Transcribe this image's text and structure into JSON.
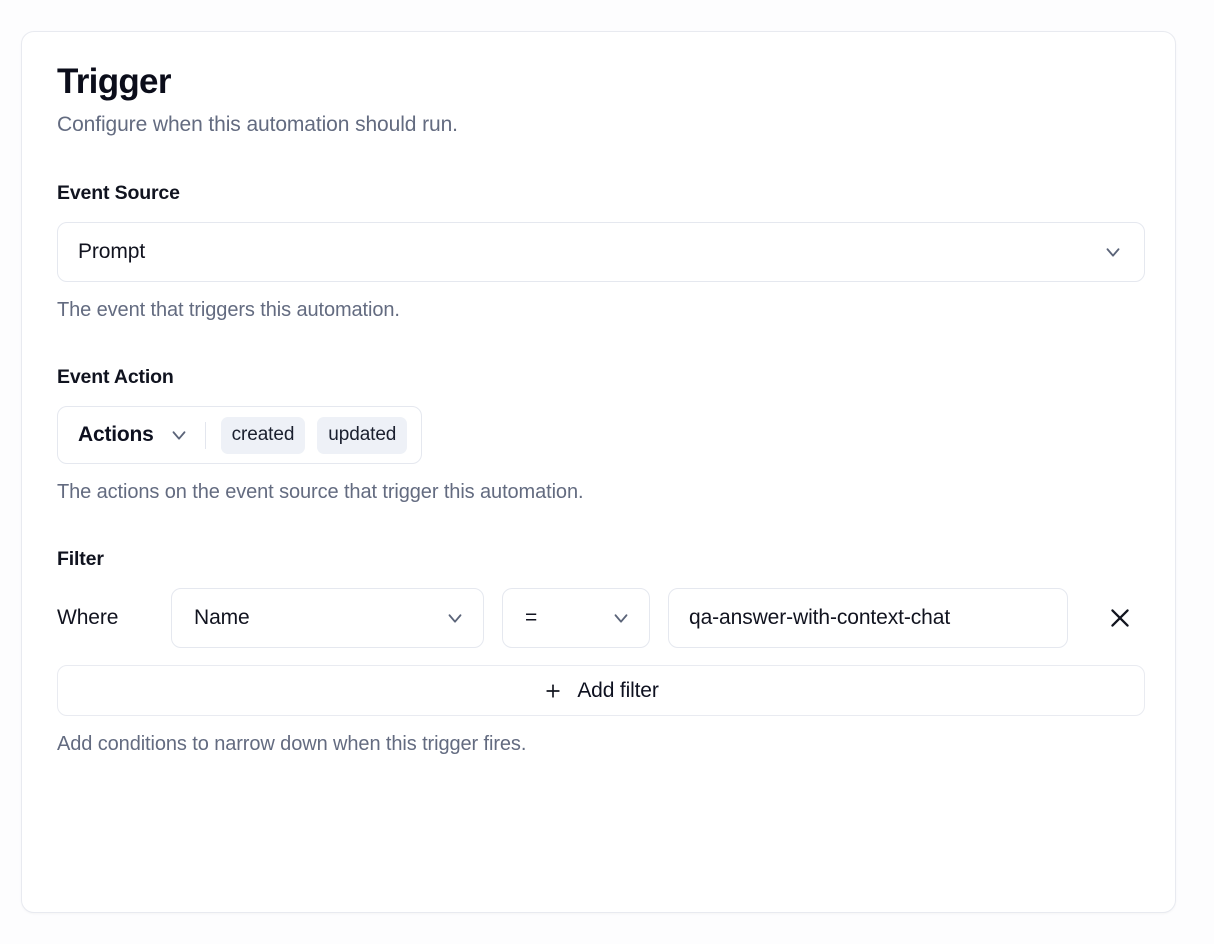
{
  "card": {
    "title": "Trigger",
    "subtitle": "Configure when this automation should run."
  },
  "event_source": {
    "label": "Event Source",
    "value": "Prompt",
    "help": "The event that triggers this automation.",
    "chevron_icon": "chevron-down-icon"
  },
  "event_action": {
    "label": "Event Action",
    "trigger_label": "Actions",
    "chevron_icon": "chevron-down-icon",
    "selected": [
      "created",
      "updated"
    ],
    "help": "The actions on the event source that trigger this automation."
  },
  "filter": {
    "label": "Filter",
    "where_label": "Where",
    "field": "Name",
    "operator": "=",
    "value": "qa-answer-with-context-chat",
    "remove_icon": "close-icon",
    "add_label": "Add filter",
    "add_icon": "plus-icon",
    "help": "Add conditions to narrow down when this trigger fires."
  },
  "colors": {
    "card_border": "#e8eaf0",
    "input_border": "#e5e8ef",
    "pill_bg": "#eef1f7",
    "text_primary": "#0f1222",
    "text_muted": "#636b80",
    "chevron": "#5b6479"
  }
}
